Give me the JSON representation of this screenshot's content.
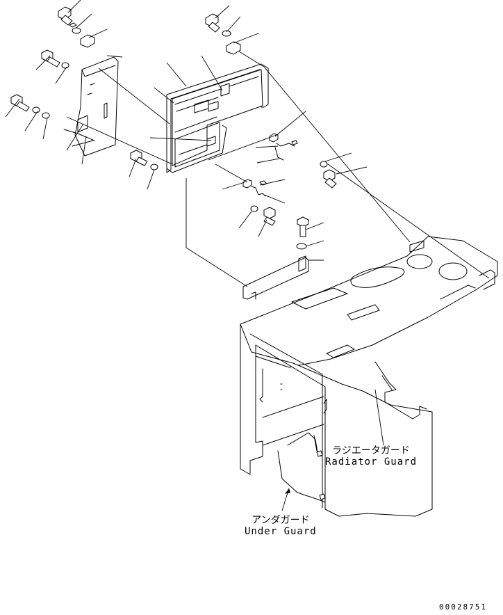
{
  "labels": {
    "radiator_guard_jp": "ラジエータガード",
    "radiator_guard_en": "Radiator Guard",
    "under_guard_jp": "アンダガード",
    "under_guard_en": "Under Guard"
  },
  "drawing_number": "00028751"
}
